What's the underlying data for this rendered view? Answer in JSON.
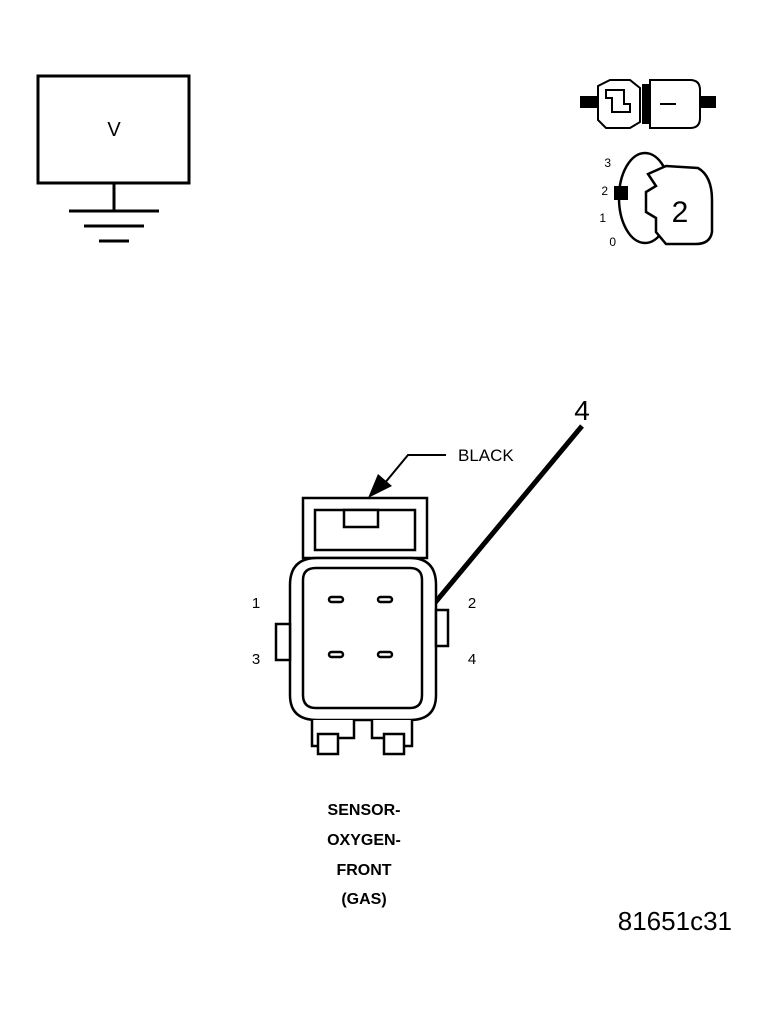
{
  "voltmeter": {
    "label": "V"
  },
  "key_switch": {
    "positions": [
      "3",
      "2",
      "1",
      "0"
    ],
    "selected": "2"
  },
  "connector": {
    "color_label": "BLACK",
    "callout": "4",
    "pins": [
      "1",
      "2",
      "3",
      "4"
    ],
    "caption_lines": [
      "SENSOR-",
      "OXYGEN-",
      "FRONT",
      "(GAS)"
    ]
  },
  "figure_id": "81651c31"
}
